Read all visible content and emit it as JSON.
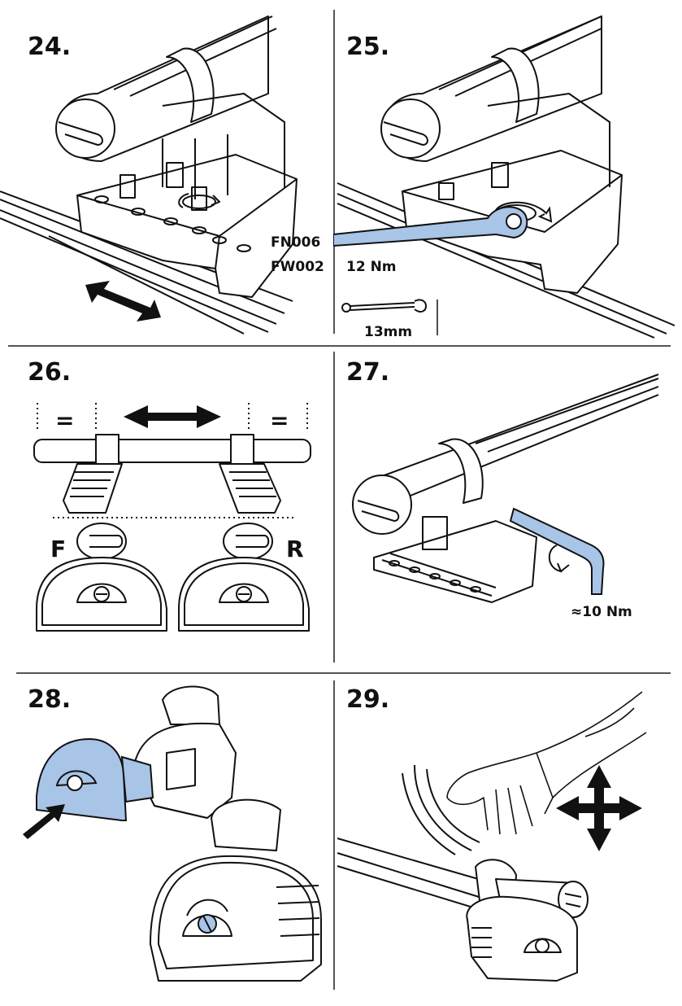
{
  "steps": [
    {
      "number": "24.",
      "labels": {
        "part_a": "FN006",
        "part_b": "FW002"
      }
    },
    {
      "number": "25.",
      "labels": {
        "torque": "12 Nm",
        "tool": "13mm"
      }
    },
    {
      "number": "26.",
      "labels": {
        "equal_left": "=",
        "equal_right": "=",
        "front": "F",
        "rear": "R"
      }
    },
    {
      "number": "27.",
      "labels": {
        "torque": "≈10 Nm"
      }
    },
    {
      "number": "28.",
      "labels": {}
    },
    {
      "number": "29.",
      "labels": {}
    }
  ],
  "colors": {
    "line": "#111111",
    "highlight_blue": "#a8c4e6",
    "divider": "#555555",
    "background": "#ffffff"
  },
  "icons": [
    "double-arrow-icon",
    "wrench-icon",
    "hex-key-icon",
    "rotation-arrow-icon",
    "push-arrow-icon",
    "four-way-arrow-icon",
    "hand-icon"
  ]
}
